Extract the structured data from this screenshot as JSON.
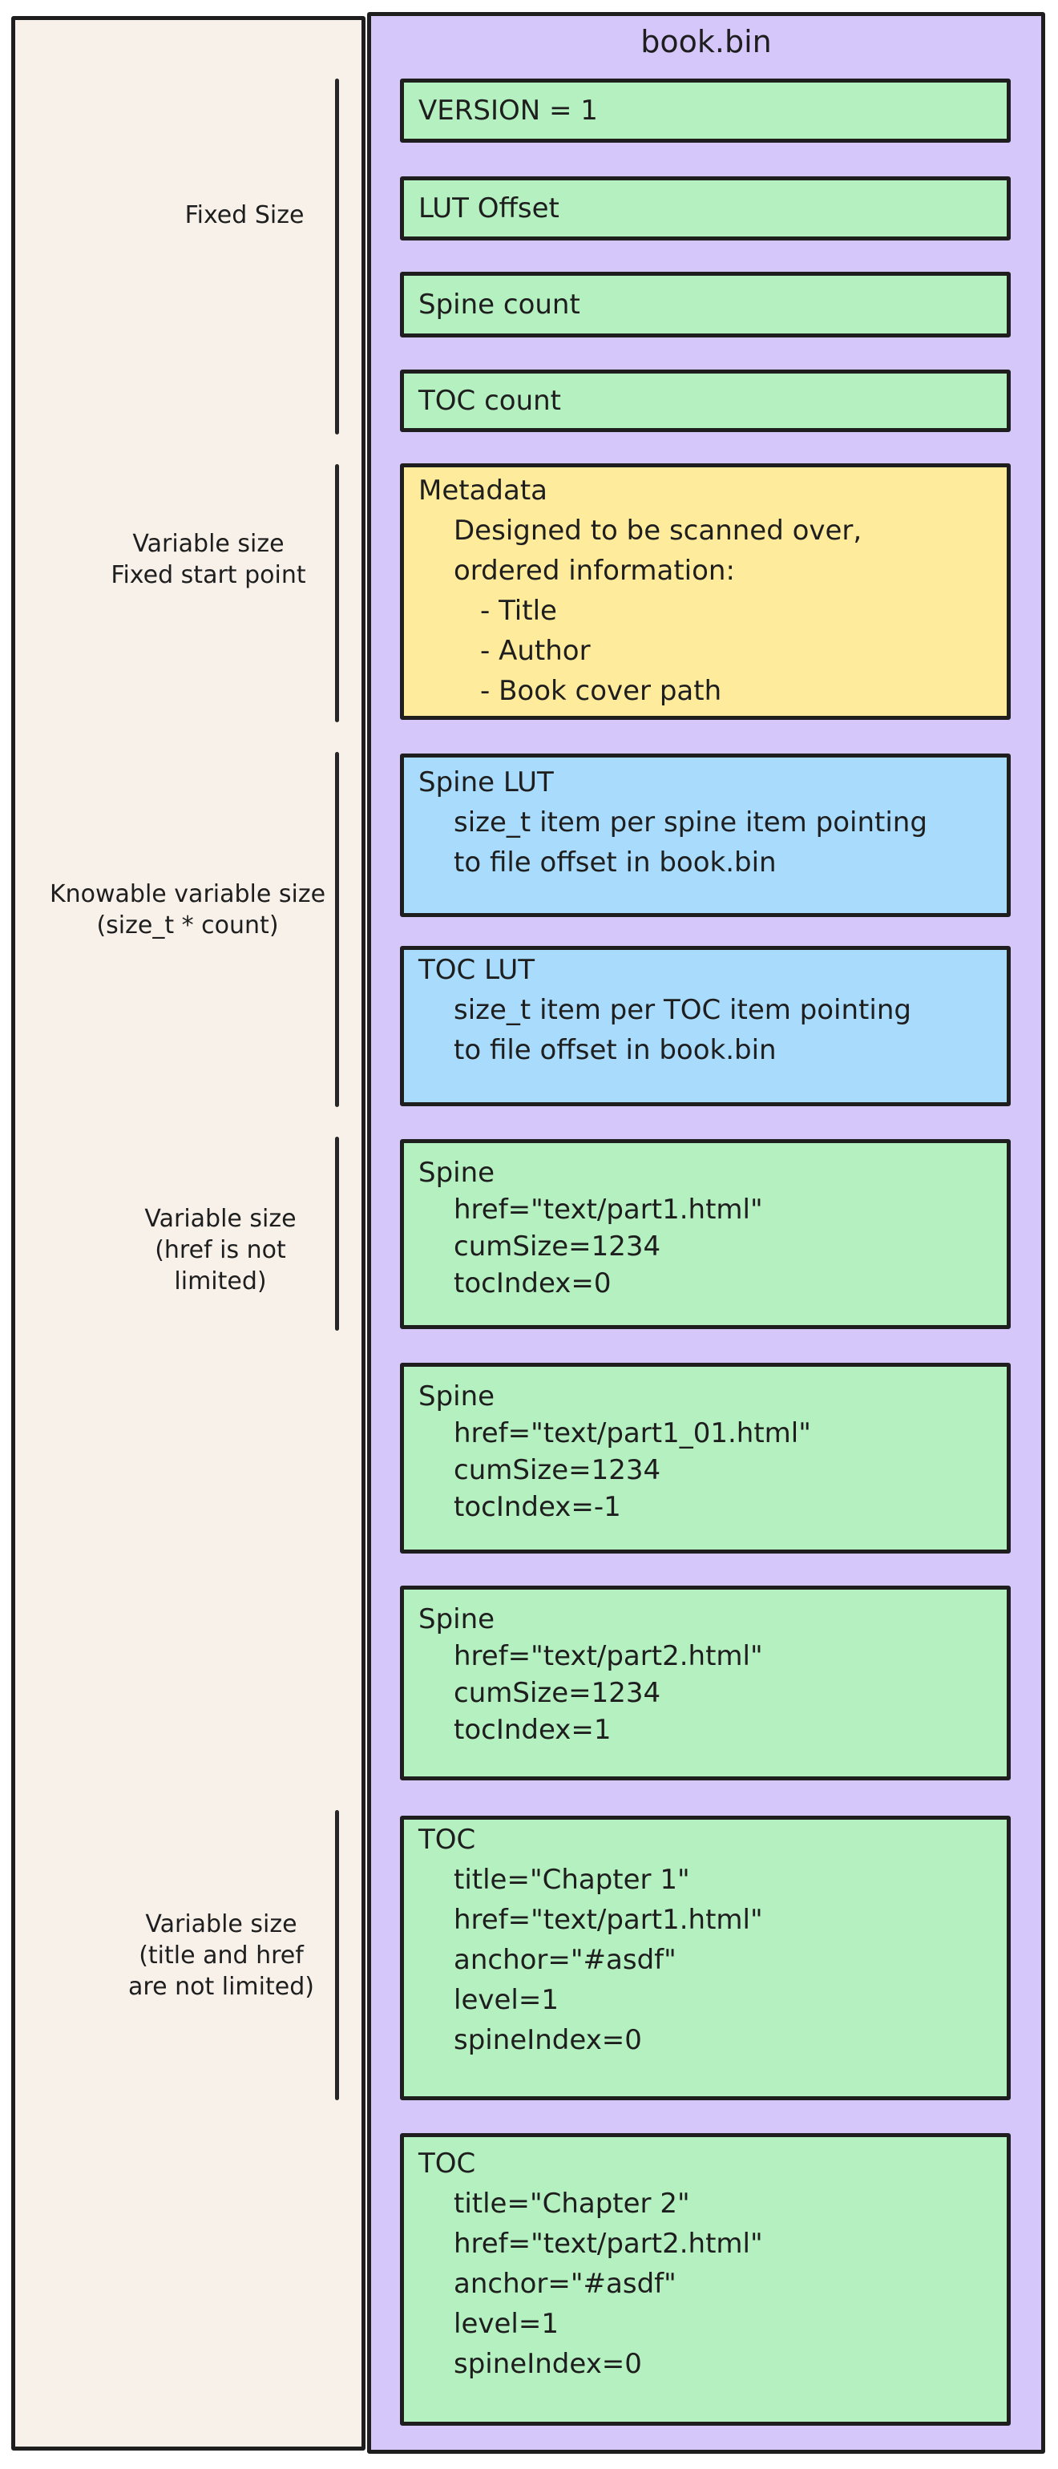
{
  "title": "book.bin",
  "labels": [
    {
      "lines": [
        "Fixed Size"
      ]
    },
    {
      "lines": [
        "Variable size",
        "Fixed start point"
      ]
    },
    {
      "lines": [
        "Knowable variable size",
        "(size_t * count)"
      ]
    },
    {
      "lines": [
        "Variable size",
        "(href is not",
        "limited)"
      ]
    },
    {
      "lines": [
        "Variable size",
        "(title and href",
        "are not limited)"
      ]
    }
  ],
  "boxes": [
    {
      "id": "version",
      "lines": [
        "VERSION = 1"
      ]
    },
    {
      "id": "lut-offset",
      "lines": [
        "LUT Offset"
      ]
    },
    {
      "id": "spine-count",
      "lines": [
        "Spine count"
      ]
    },
    {
      "id": "toc-count",
      "lines": [
        "TOC count"
      ]
    },
    {
      "id": "metadata",
      "lines": [
        "Metadata",
        "Designed to be scanned over,",
        "ordered information:",
        "- Title",
        "- Author",
        "- Book cover path"
      ]
    },
    {
      "id": "spine-lut",
      "lines": [
        "Spine LUT",
        "size_t item per spine item pointing",
        "to file offset in book.bin"
      ]
    },
    {
      "id": "toc-lut",
      "lines": [
        "TOC LUT",
        "size_t item per TOC item pointing",
        "to file offset in book.bin"
      ]
    },
    {
      "id": "spine-1",
      "lines": [
        "Spine",
        "href=\"text/part1.html\"",
        "cumSize=1234",
        "tocIndex=0"
      ]
    },
    {
      "id": "spine-2",
      "lines": [
        "Spine",
        "href=\"text/part1_01.html\"",
        "cumSize=1234",
        "tocIndex=-1"
      ]
    },
    {
      "id": "spine-3",
      "lines": [
        "Spine",
        "href=\"text/part2.html\"",
        "cumSize=1234",
        "tocIndex=1"
      ]
    },
    {
      "id": "toc-1",
      "lines": [
        "TOC",
        "title=\"Chapter 1\"",
        "href=\"text/part1.html\"",
        "anchor=\"#asdf\"",
        "level=1",
        "spineIndex=0"
      ]
    },
    {
      "id": "toc-2",
      "lines": [
        "TOC",
        "title=\"Chapter 2\"",
        "href=\"text/part2.html\"",
        "anchor=\"#asdf\"",
        "level=1",
        "spineIndex=0"
      ]
    }
  ],
  "colors": {
    "file_panel": "#d5c7f9",
    "left_panel": "#f7f1ea",
    "fixed_field_green": "#b5f0c0",
    "lut_blue": "#a8dbfc",
    "metadata_yellow": "#ffeb9c",
    "stroke": "#1e1e1e"
  }
}
